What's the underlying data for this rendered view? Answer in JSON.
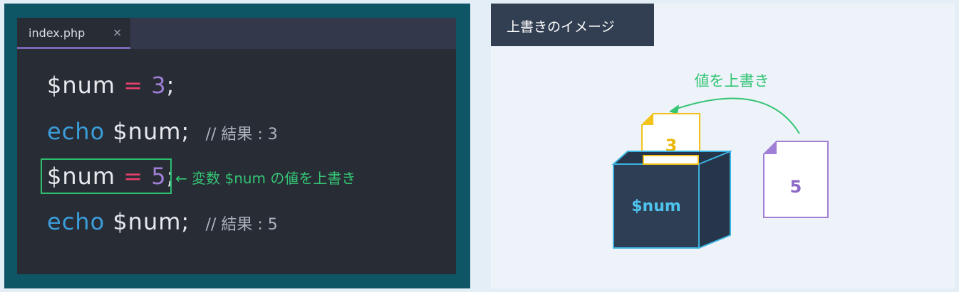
{
  "editor": {
    "tab_name": "index.php",
    "tab_close": "×",
    "lines": [
      {
        "var": "$num",
        "op": "=",
        "value": "3",
        "semi": ";"
      },
      {
        "keyword": "echo",
        "var": "$num;",
        "comment": "// 結果 : 3"
      },
      {
        "var": "$num",
        "op": "=",
        "value": "5",
        "semi": ";"
      },
      {
        "keyword": "echo",
        "var": "$num;",
        "comment": "// 結果 : 5"
      }
    ],
    "annotation": "← 変数 $num の値を上書き"
  },
  "diagram": {
    "title": "上書きのイメージ",
    "arrow_label": "値を上書き",
    "box_label": "$num",
    "old_value": "3",
    "new_value": "5"
  },
  "colors": {
    "keyword": "#3b9edb",
    "operator": "#e8416b",
    "number": "#a07fd6",
    "highlight": "#2dbd6e",
    "old_card": "#f2c21a",
    "new_card": "#a07fd6",
    "box": "#2e3f55",
    "box_edge": "#3ab3e0"
  }
}
